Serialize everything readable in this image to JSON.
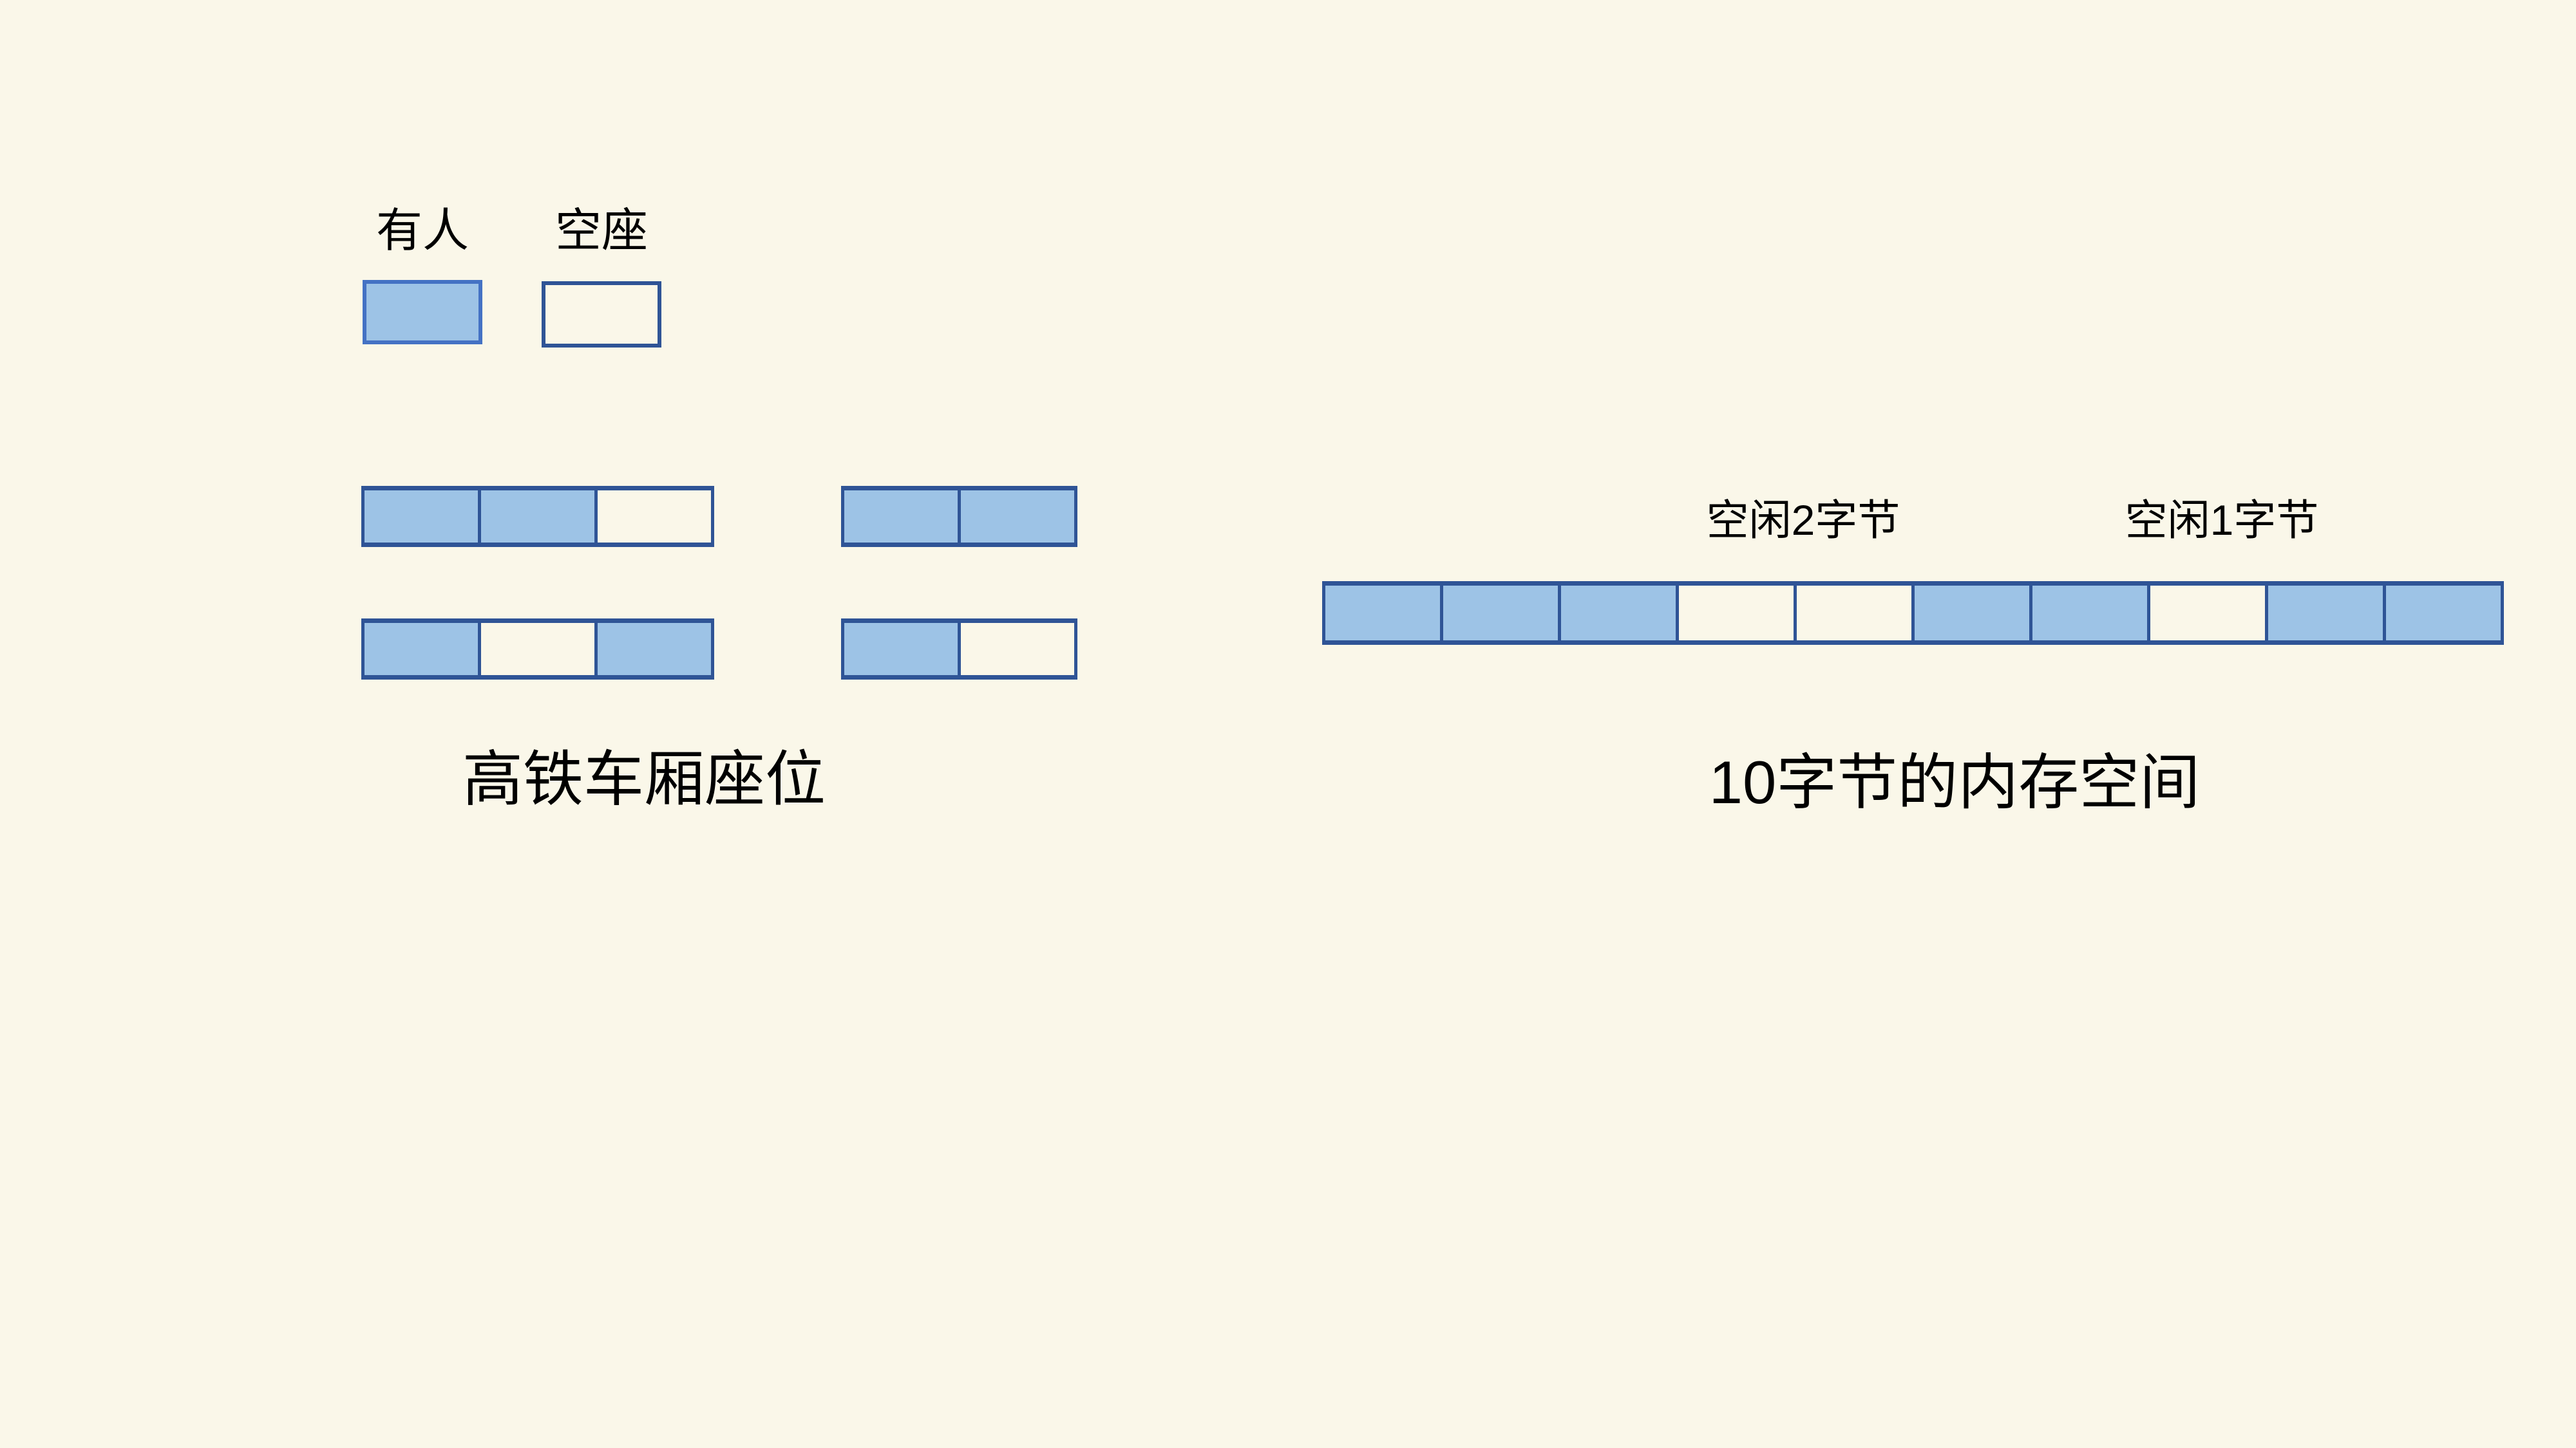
{
  "canvas": {
    "background": "#FAF7E9"
  },
  "colors": {
    "occupied_fill": "#9DC3E6",
    "border_dark": "#2F5496",
    "legend_occupied_border": "#4472C4",
    "text": "#000000"
  },
  "legend": {
    "occupied_label": "有人",
    "empty_label": "空座"
  },
  "seat_diagram": {
    "caption": "高铁车厢座位",
    "rows": [
      {
        "groups": [
          {
            "cells": [
              "occupied",
              "occupied",
              "empty"
            ]
          },
          {
            "cells": [
              "occupied",
              "occupied"
            ]
          }
        ]
      },
      {
        "groups": [
          {
            "cells": [
              "occupied",
              "empty",
              "occupied"
            ]
          },
          {
            "cells": [
              "occupied",
              "empty"
            ]
          }
        ]
      }
    ]
  },
  "memory_diagram": {
    "caption": "10字节的内存空间",
    "total_bytes": 10,
    "cells": [
      "occupied",
      "occupied",
      "occupied",
      "free",
      "free",
      "occupied",
      "occupied",
      "free",
      "occupied",
      "occupied"
    ],
    "annotations": [
      {
        "label": "空闲2字节",
        "covers_cells": [
          3,
          4
        ]
      },
      {
        "label": "空闲1字节",
        "covers_cells": [
          7
        ]
      }
    ]
  }
}
